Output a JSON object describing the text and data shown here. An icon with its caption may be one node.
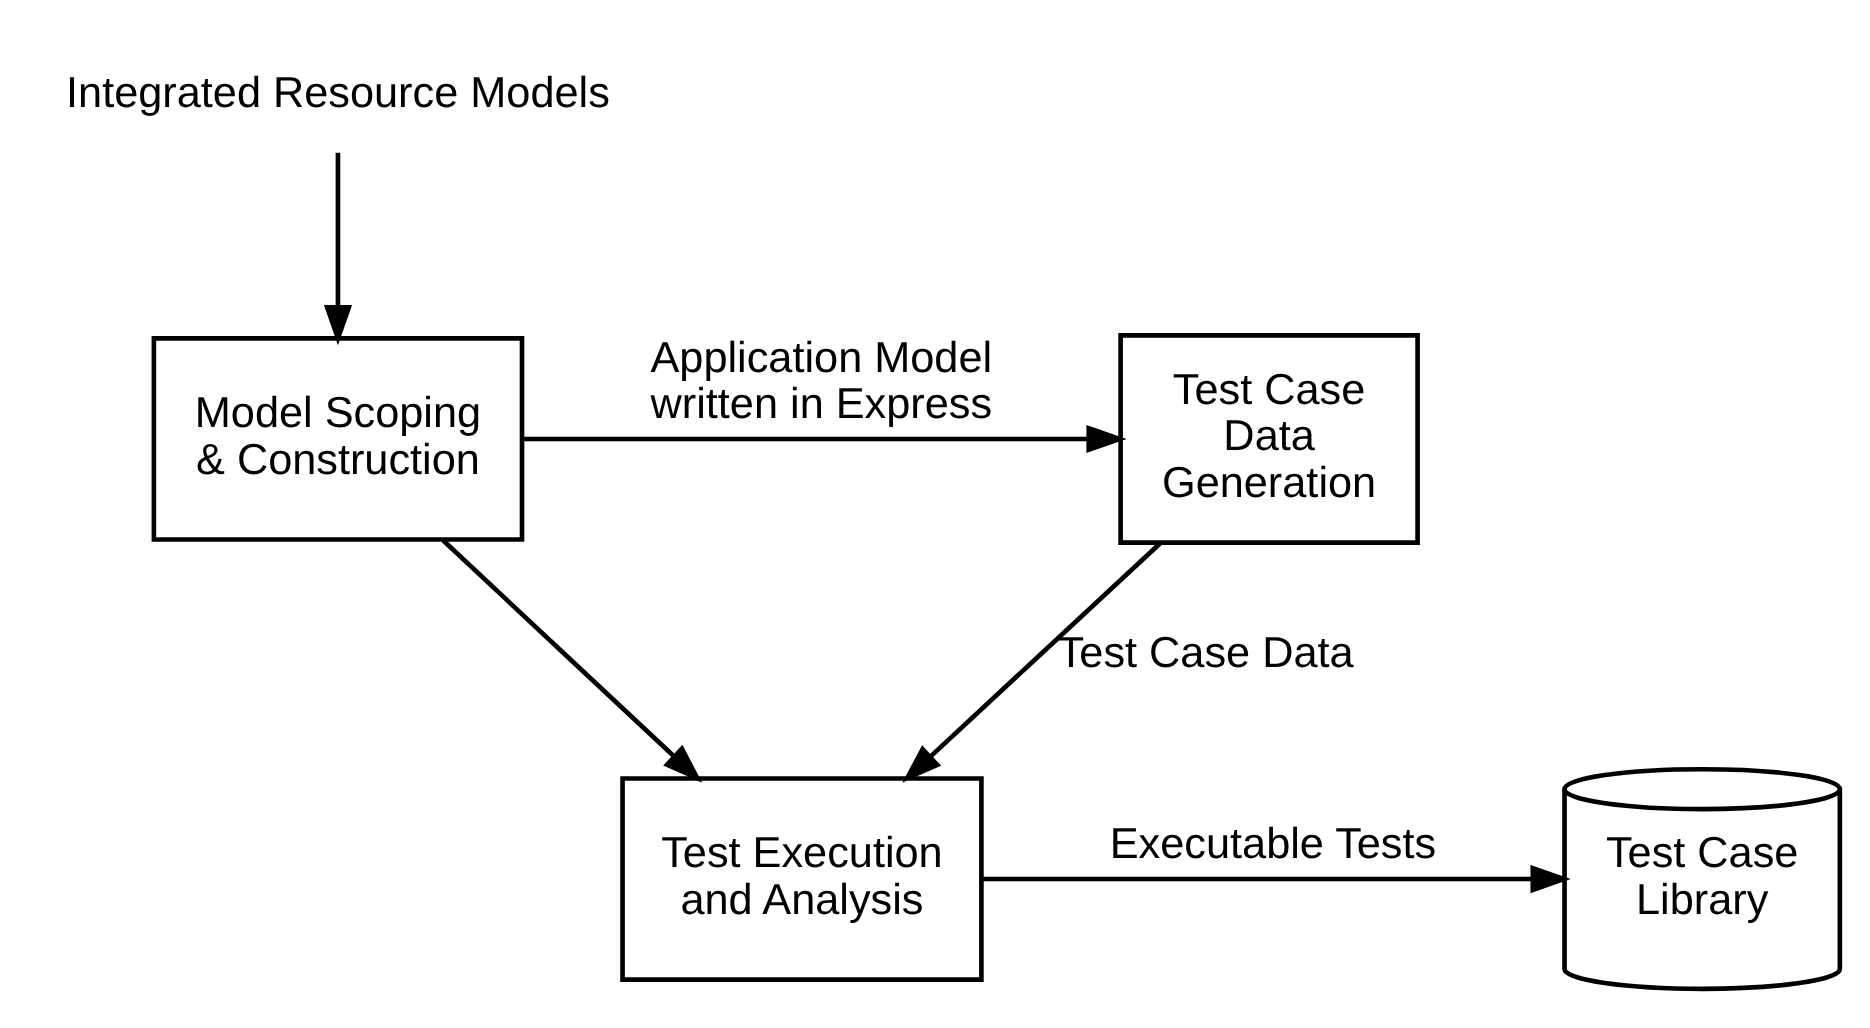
{
  "diagram": {
    "nodes": [
      {
        "text": [
          "Integrated Resource Models"
        ]
      },
      {
        "text": [
          "Model Scoping & Construction"
        ]
      },
      {
        "text": [
          "Test Case Data Generation"
        ]
      },
      {
        "text": [
          "Test Execution and Analysis"
        ]
      },
      {
        "text": [
          "Test Case Library"
        ]
      }
    ],
    "edges": [
      {
        "from": 0,
        "to": 1,
        "arrow": "to"
      },
      {
        "from": 1,
        "to": 2,
        "arrow": "to",
        "label": "Application Model written in Express"
      },
      {
        "from": 1,
        "to": 3,
        "arrow": "to"
      },
      {
        "from": 2,
        "to": 3,
        "arrow": "to",
        "label": "Test Case Data"
      },
      {
        "from": 3,
        "to": 4,
        "arrow": "to",
        "label": "Executable Tests"
      }
    ]
  }
}
